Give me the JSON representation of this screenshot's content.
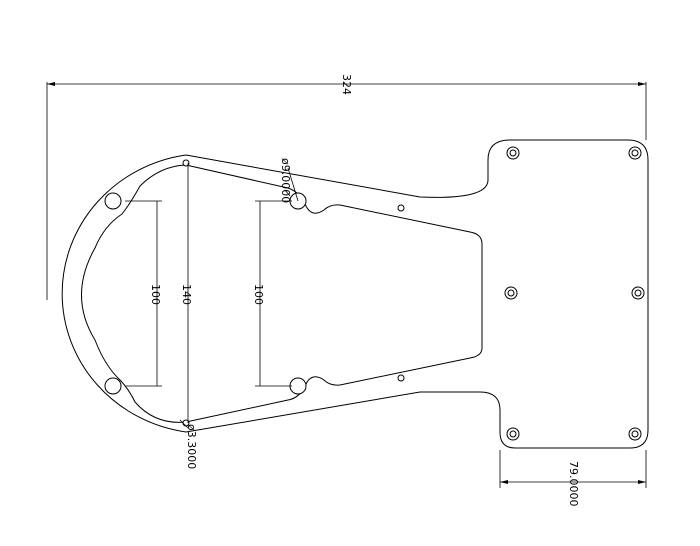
{
  "dimensions": {
    "overall_length": "324",
    "inner_span_left": "100",
    "center_span": "140",
    "inner_span_right": "100",
    "large_hole_dia": "ø9.0000",
    "small_hole_dia": "ø3.3000",
    "plate_height": "79.0000"
  }
}
